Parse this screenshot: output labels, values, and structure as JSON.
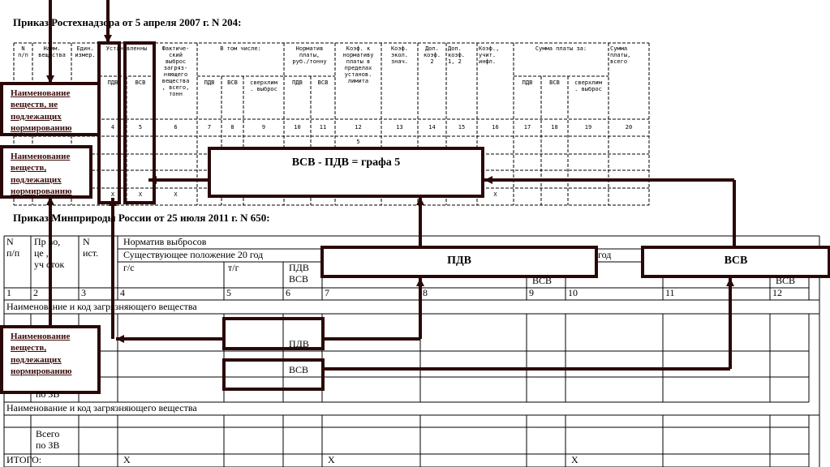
{
  "titles": {
    "order1": "Приказ Ростехнадзора от 5 апреля 2007 г. N 204:",
    "order2": "Приказ Минприроды России от 25 июля 2011 г. N 650:"
  },
  "table1": {
    "headers": [
      "N\nп/п",
      "Наим.\nвещества",
      "Един.\nизмер.",
      "Установленны",
      "Фактиче-\nский\nвыброс\nзагряз-\nняющего\nвещества\n, всего,\nтонн",
      "В том числе:",
      "Норматив\nплаты,\nруб./тонну",
      "Коэф. к\nнормативу\nплаты в\nпределах\nустанов.\nлимита",
      "Коэф.\nэкол.\nзнач.",
      "Доп.\nкоэф.\n2",
      "Доп.\nкоэф.\n1, 2",
      "Коэф.,\nучит.\nинфл.",
      "Сумма платы за:",
      "Сумма\nплаты,\nвсего"
    ],
    "subheaders": [
      "ПДВ",
      "ВСВ",
      "ПДВ",
      "ВСВ",
      "сверхлим\n. выброс",
      "ПДВ",
      "ВСВ",
      "ПДВ",
      "ВСВ",
      "сверхлим\n. выброс"
    ],
    "numbers": [
      "4",
      "5",
      "6",
      "7",
      "8",
      "9",
      "10",
      "11",
      "12",
      "13",
      "14",
      "15",
      "16",
      "17",
      "18",
      "19",
      "20"
    ],
    "cell_5": "5",
    "x_marks": [
      "X",
      "X",
      "X",
      "X"
    ]
  },
  "table2": {
    "headers": {
      "c1": "N\nп/п",
      "c2": "Пр во,\nце ,\nуч сток",
      "c3": "N\nист.",
      "norm": "Норматив выбросов",
      "existing": "Существующее положение 20 год",
      "year": "год",
      "gs": "г/с",
      "tg": "т/г",
      "pdv_vsv": "ПДВ\nВСВ",
      "vsv9": "ВСВ",
      "vsv12": "ВСВ"
    },
    "numbers": [
      "1",
      "2",
      "3",
      "4",
      "5",
      "6",
      "7",
      "8",
      "9",
      "10",
      "11",
      "12"
    ],
    "group_row": "Наименование и код загрязняющего вещества",
    "pdv": "ПДВ",
    "vsv": "ВСВ",
    "total_by_substance": "Всего\nпо ЗВ",
    "total_partial": "по ЗВ",
    "itogo": "ИТОГО:",
    "x_marks": [
      "X",
      "X",
      "X"
    ]
  },
  "annotations": {
    "not_normalized": "Наименование\nвеществ, не\nподлежащих\nнормированию",
    "normalized": "Наименование\nвеществ,\nподлежащих\nнормированию",
    "normalized2": "Наименование\nвеществ,\nподлежащих\nнормированию",
    "formula": "ВСВ - ПДВ = графа 5",
    "pdv_box": "ПДВ",
    "vsv_box": "ВСВ"
  },
  "colors": {
    "accent": "#2a0808"
  }
}
